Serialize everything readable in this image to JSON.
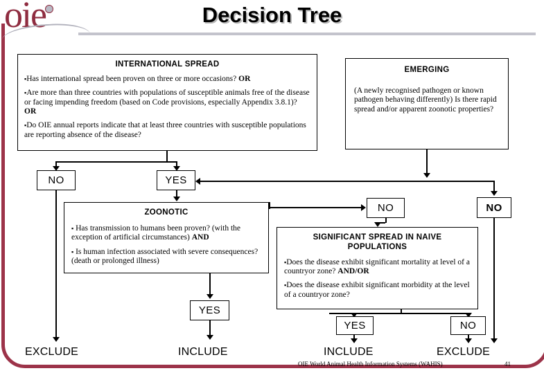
{
  "slide": {
    "title": "Decision Tree",
    "logo_text": "oie",
    "accent_color": "#9c3349",
    "footer": "OIE World Animal Health Information Systems (WAHIS)",
    "page_number": "41"
  },
  "nodes": {
    "international_spread": {
      "title": "INTERNATIONAL SPREAD",
      "items": [
        "Has international spread been proven on three or more occasions? OR",
        "Are more than three countries with populations of susceptible animals  free of the disease or facing impending freedom (based on Code provisions, especially Appendix 3.8.1)? OR",
        "Do OIE annual reports indicate that at least three countries with susceptible populations are reporting absence of the disease?"
      ]
    },
    "emerging": {
      "title": "EMERGING",
      "items": [
        "(A newly recognised pathogen or known pathogen behaving differently) Is there rapid spread and/or apparent zoonotic properties?"
      ]
    },
    "zoonotic": {
      "title": "ZOONOTIC",
      "items": [
        "Has transmission to humans been proven? (with the exception of artificial circumstances) AND",
        "Is human infection associated with severe consequences? (death or prolonged illness)"
      ]
    },
    "significant_spread": {
      "title": "SIGNIFICANT SPREAD IN NAIVE POPULATIONS",
      "items": [
        "Does the disease exhibit significant mortality at level of a countryor zone? AND/OR",
        "Does the disease exhibit significant morbidity at the level of a countryor zone?"
      ]
    }
  },
  "decisions": {
    "spread_no": "NO",
    "spread_yes": "YES",
    "zoonotic_no": "NO",
    "emerging_no": "NO",
    "zoonotic_yes": "YES",
    "significant_yes": "YES",
    "significant_no": "NO"
  },
  "outcomes": {
    "exclude_left": "EXCLUDE",
    "include_left": "INCLUDE",
    "include_right": "INCLUDE",
    "exclude_right": "EXCLUDE"
  }
}
